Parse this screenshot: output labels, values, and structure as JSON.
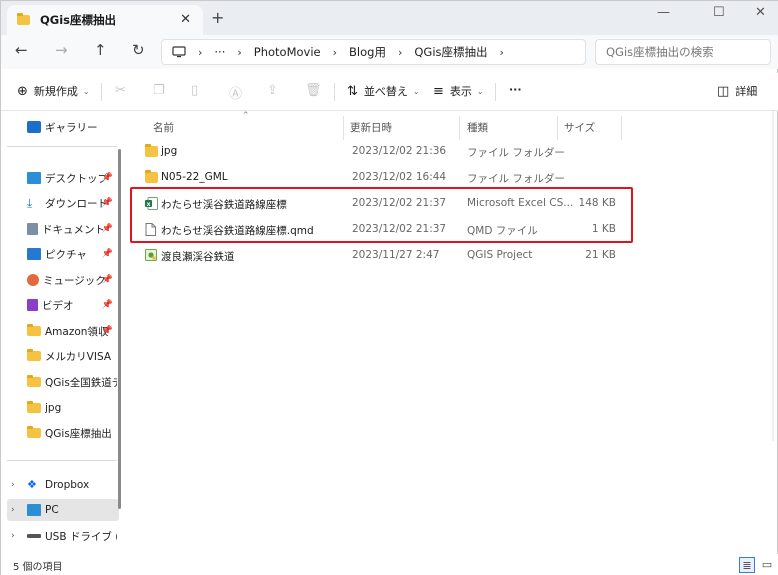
{
  "window": {
    "tab_title": "QGis座標抽出",
    "controls": {
      "minimize": "—",
      "maximize": "☐",
      "close": "✕"
    }
  },
  "address": {
    "more": "···",
    "crumbs": [
      "PhotoMovie",
      "Blog用",
      "QGis座標抽出"
    ],
    "search_placeholder": "QGis座標抽出の検索"
  },
  "toolbar": {
    "new_label": "新規作成",
    "sort_label": "並べ替え",
    "view_label": "表示",
    "more_label": "···",
    "details_label": "詳細"
  },
  "sidebar": {
    "gallery": "ギャラリー",
    "quick": [
      {
        "label": "デスクトップ",
        "icon": "desktop-icon",
        "pinned": true
      },
      {
        "label": "ダウンロード",
        "icon": "download-icon",
        "pinned": true
      },
      {
        "label": "ドキュメント",
        "icon": "document-icon",
        "pinned": true
      },
      {
        "label": "ピクチャ",
        "icon": "pictures-icon",
        "pinned": true
      },
      {
        "label": "ミュージック",
        "icon": "music-icon",
        "pinned": true
      },
      {
        "label": "ビデオ",
        "icon": "video-icon",
        "pinned": true
      },
      {
        "label": "Amazon領収",
        "icon": "folder-icon",
        "pinned": true
      },
      {
        "label": "メルカリVISA",
        "icon": "folder-icon",
        "pinned": false
      },
      {
        "label": "QGis全国鉄道デ",
        "icon": "folder-icon",
        "pinned": false
      },
      {
        "label": "jpg",
        "icon": "folder-icon",
        "pinned": false
      },
      {
        "label": "QGis座標抽出",
        "icon": "folder-icon",
        "pinned": false
      }
    ],
    "locations": [
      {
        "label": "Dropbox",
        "icon": "dropbox-icon"
      },
      {
        "label": "PC",
        "icon": "pc-icon"
      },
      {
        "label": "USB ドライブ (G:)",
        "icon": "usb-drive-icon"
      }
    ]
  },
  "columns": {
    "name": "名前",
    "date": "更新日時",
    "type": "種類",
    "size": "サイズ"
  },
  "files": [
    {
      "name": "jpg",
      "date": "2023/12/02 21:36",
      "type": "ファイル フォルダー",
      "size": "",
      "icon": "folder-icon"
    },
    {
      "name": "N05-22_GML",
      "date": "2023/12/02 16:44",
      "type": "ファイル フォルダー",
      "size": "",
      "icon": "folder-icon"
    },
    {
      "name": "わたらせ渓谷鉄道路線座標",
      "date": "2023/12/02 21:37",
      "type": "Microsoft Excel CS...",
      "size": "148 KB",
      "icon": "excel-csv-icon"
    },
    {
      "name": "わたらせ渓谷鉄道路線座標.qmd",
      "date": "2023/12/02 21:37",
      "type": "QMD ファイル",
      "size": "1 KB",
      "icon": "blank-file-icon"
    },
    {
      "name": "渡良瀬渓谷鉄道",
      "date": "2023/11/27 2:47",
      "type": "QGIS Project",
      "size": "21 KB",
      "icon": "qgis-project-icon"
    }
  ],
  "status": {
    "item_count": "5 個の項目"
  },
  "colors": {
    "highlight": "#e0141e",
    "folder": "#f5c342",
    "selected_bg": "#e5e5e5"
  }
}
